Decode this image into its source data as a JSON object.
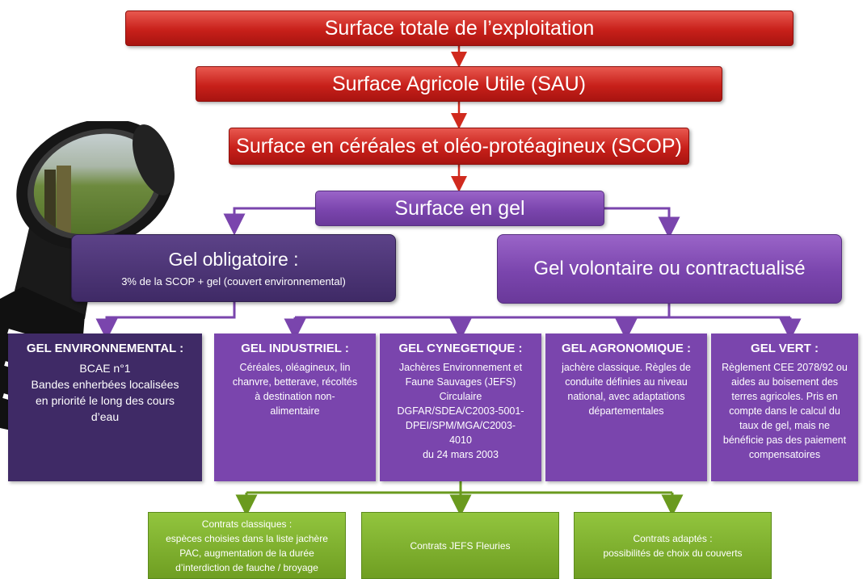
{
  "colors": {
    "red": "#c8201a",
    "purple": "#7a45ad",
    "dark_purple": "#3f2a66",
    "green": "#7cb030",
    "arrow_red": "#d02a1e",
    "arrow_purple": "#7a45ad",
    "arrow_green": "#6a9a1e"
  },
  "icons": {
    "magnifier": "magnifying-glass-photo"
  },
  "level1": "Surface totale de l’exploitation",
  "level2": "Surface Agricole Utile (SAU)",
  "level3": "Surface en céréales et oléo-protéagineux (SCOP)",
  "level4": "Surface en gel",
  "mandatory": {
    "title": "Gel obligatoire :",
    "subtitle": "3% de la SCOP + gel (couvert environnemental)"
  },
  "voluntary": {
    "title": "Gel volontaire ou contractualisé"
  },
  "columns": [
    {
      "title": "GEL ENVIRONNEMENTAL :",
      "lines": [
        "BCAE n°1",
        "Bandes enherbées localisées",
        "en priorité le long des cours",
        "d’eau"
      ]
    },
    {
      "title": "GEL INDUSTRIEL :",
      "lines": [
        "Céréales, oléagineux, lin",
        "chanvre, betterave, récoltés",
        "à destination non-",
        "alimentaire"
      ]
    },
    {
      "title": "GEL CYNEGETIQUE :",
      "lines": [
        "Jachères Environnement et",
        "Faune Sauvages (JEFS)",
        "Circulaire",
        "DGFAR/SDEA/C2003-5001-",
        "DPEI/SPM/MGA/C2003-",
        "4010",
        "du 24 mars 2003"
      ]
    },
    {
      "title": "GEL AGRONOMIQUE :",
      "lines": [
        "jachère classique. Règles de",
        "conduite définies au niveau",
        "national, avec adaptations",
        "départementales"
      ]
    },
    {
      "title": "GEL VERT :",
      "lines": [
        "Règlement CEE 2078/92 ou",
        "aides au boisement des",
        "terres agricoles. Pris en",
        "compte dans le calcul du",
        "taux de gel, mais ne",
        "bénéficie pas des paiement",
        "compensatoires"
      ]
    }
  ],
  "contracts": [
    {
      "lines": [
        "Contrats classiques :",
        "espèces choisies dans la liste jachère",
        "PAC, augmentation de la durée",
        "d’interdiction de fauche / broyage"
      ]
    },
    {
      "lines": [
        "Contrats JEFS Fleuries"
      ]
    },
    {
      "lines": [
        "Contrats adaptés :",
        "possibilités de choix du couverts"
      ]
    }
  ]
}
